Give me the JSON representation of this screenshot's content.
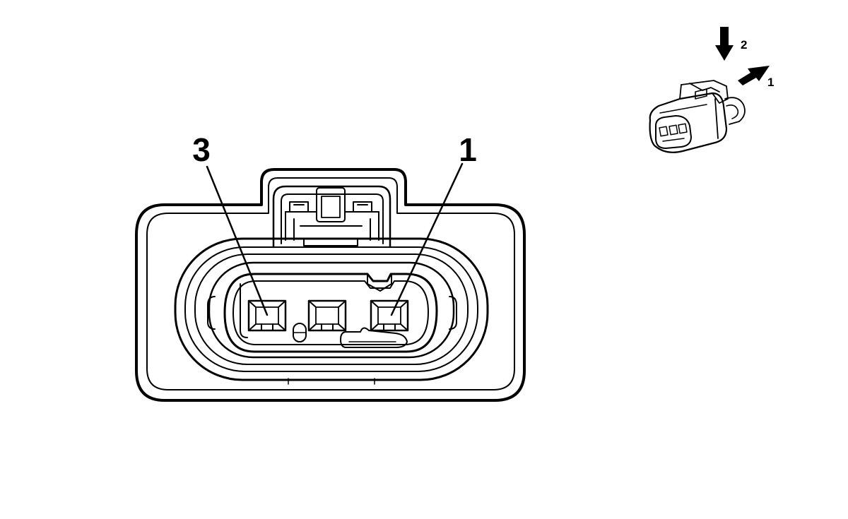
{
  "colors": {
    "line": "#000000",
    "background": "#ffffff"
  },
  "connector_view": {
    "pin_labels": [
      {
        "name": "pin-3-label",
        "text": "3"
      },
      {
        "name": "pin-1-label",
        "text": "1"
      }
    ],
    "pin_count": 3
  },
  "inset": {
    "arrow_labels": [
      {
        "name": "arrow-2-label",
        "text": "2"
      },
      {
        "name": "arrow-1-label",
        "text": "1"
      }
    ]
  }
}
